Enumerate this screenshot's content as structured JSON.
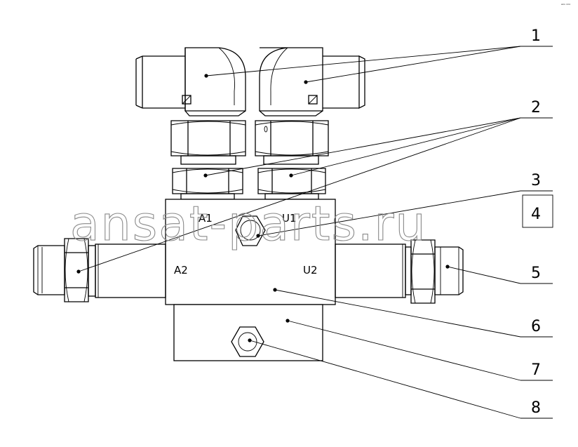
{
  "watermark": "ansat-parts.ru",
  "corner_mark": "ᵃⁿˢ ⁿⁿⁿ",
  "port_labels": {
    "a1": "A1",
    "u1": "U1",
    "a2": "A2",
    "u2": "U2"
  },
  "callouts": [
    {
      "label": "1"
    },
    {
      "label": "2"
    },
    {
      "label": "3"
    },
    {
      "label": "4"
    },
    {
      "label": "5"
    },
    {
      "label": "6"
    },
    {
      "label": "7"
    },
    {
      "label": "8"
    }
  ]
}
